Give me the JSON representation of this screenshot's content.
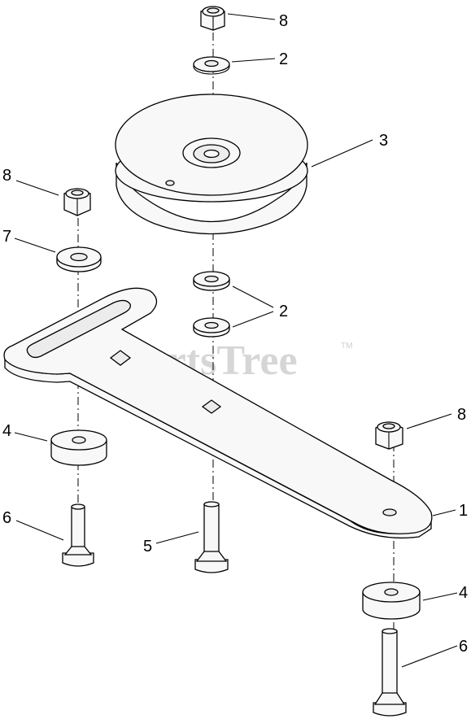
{
  "watermark": {
    "text": "PartsTree",
    "tm": "TM"
  },
  "callouts": {
    "nut_top": "8",
    "washer_top": "2",
    "pulley": "3",
    "nut_left": "8",
    "washer_left": "7",
    "washers_mid": "2",
    "spacer_left": "4",
    "bolt_left": "6",
    "bolt_mid": "5",
    "nut_right": "8",
    "arm": "1",
    "spacer_right": "4",
    "bolt_right": "6"
  }
}
